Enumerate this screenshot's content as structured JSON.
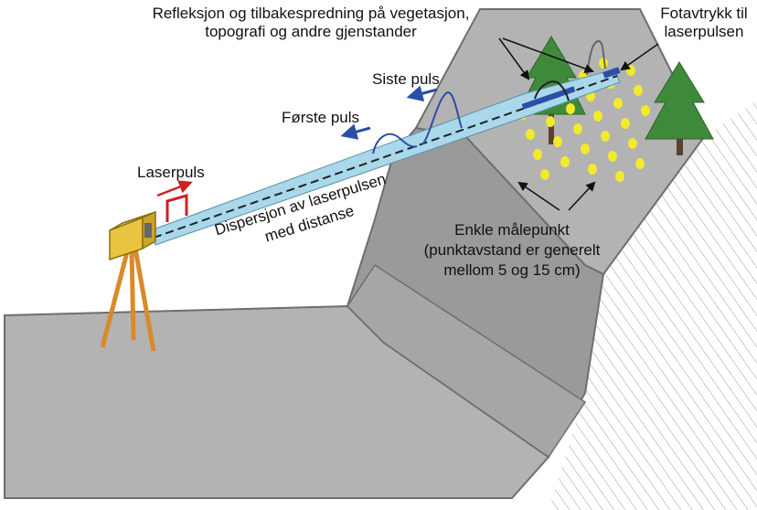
{
  "labels": {
    "reflection_line1": "Refleksjon og tilbakespredning på vegetasjon,",
    "reflection_line2": "topografi og andre gjenstander",
    "footprint_line1": "Fotavtrykk til",
    "footprint_line2": "laserpulsen",
    "last_pulse": "Siste puls",
    "first_pulse": "Første puls",
    "laser_pulse": "Laserpuls",
    "dispersion_line1": "Dispersjon av laserpulsen",
    "dispersion_line2": "med distanse",
    "points_line1": "Enkle målepunkt",
    "points_line2": "(punktavstand er generelt",
    "points_line3": "mellom 5 og 15 cm)"
  },
  "colors": {
    "terrain_top": "#b3b3b3",
    "terrain_side": "#9a9a9a",
    "terrain_edge": "#6e6e6e",
    "beam": "#a8d8ea",
    "pulse_arrow": "#2a4fa8",
    "laser_pulse_marker": "#cc2222",
    "scanner": "#e8c440",
    "tripod": "#d98a2b",
    "measure_points": "#f2ea2a",
    "trees": "#3f8a3a"
  }
}
